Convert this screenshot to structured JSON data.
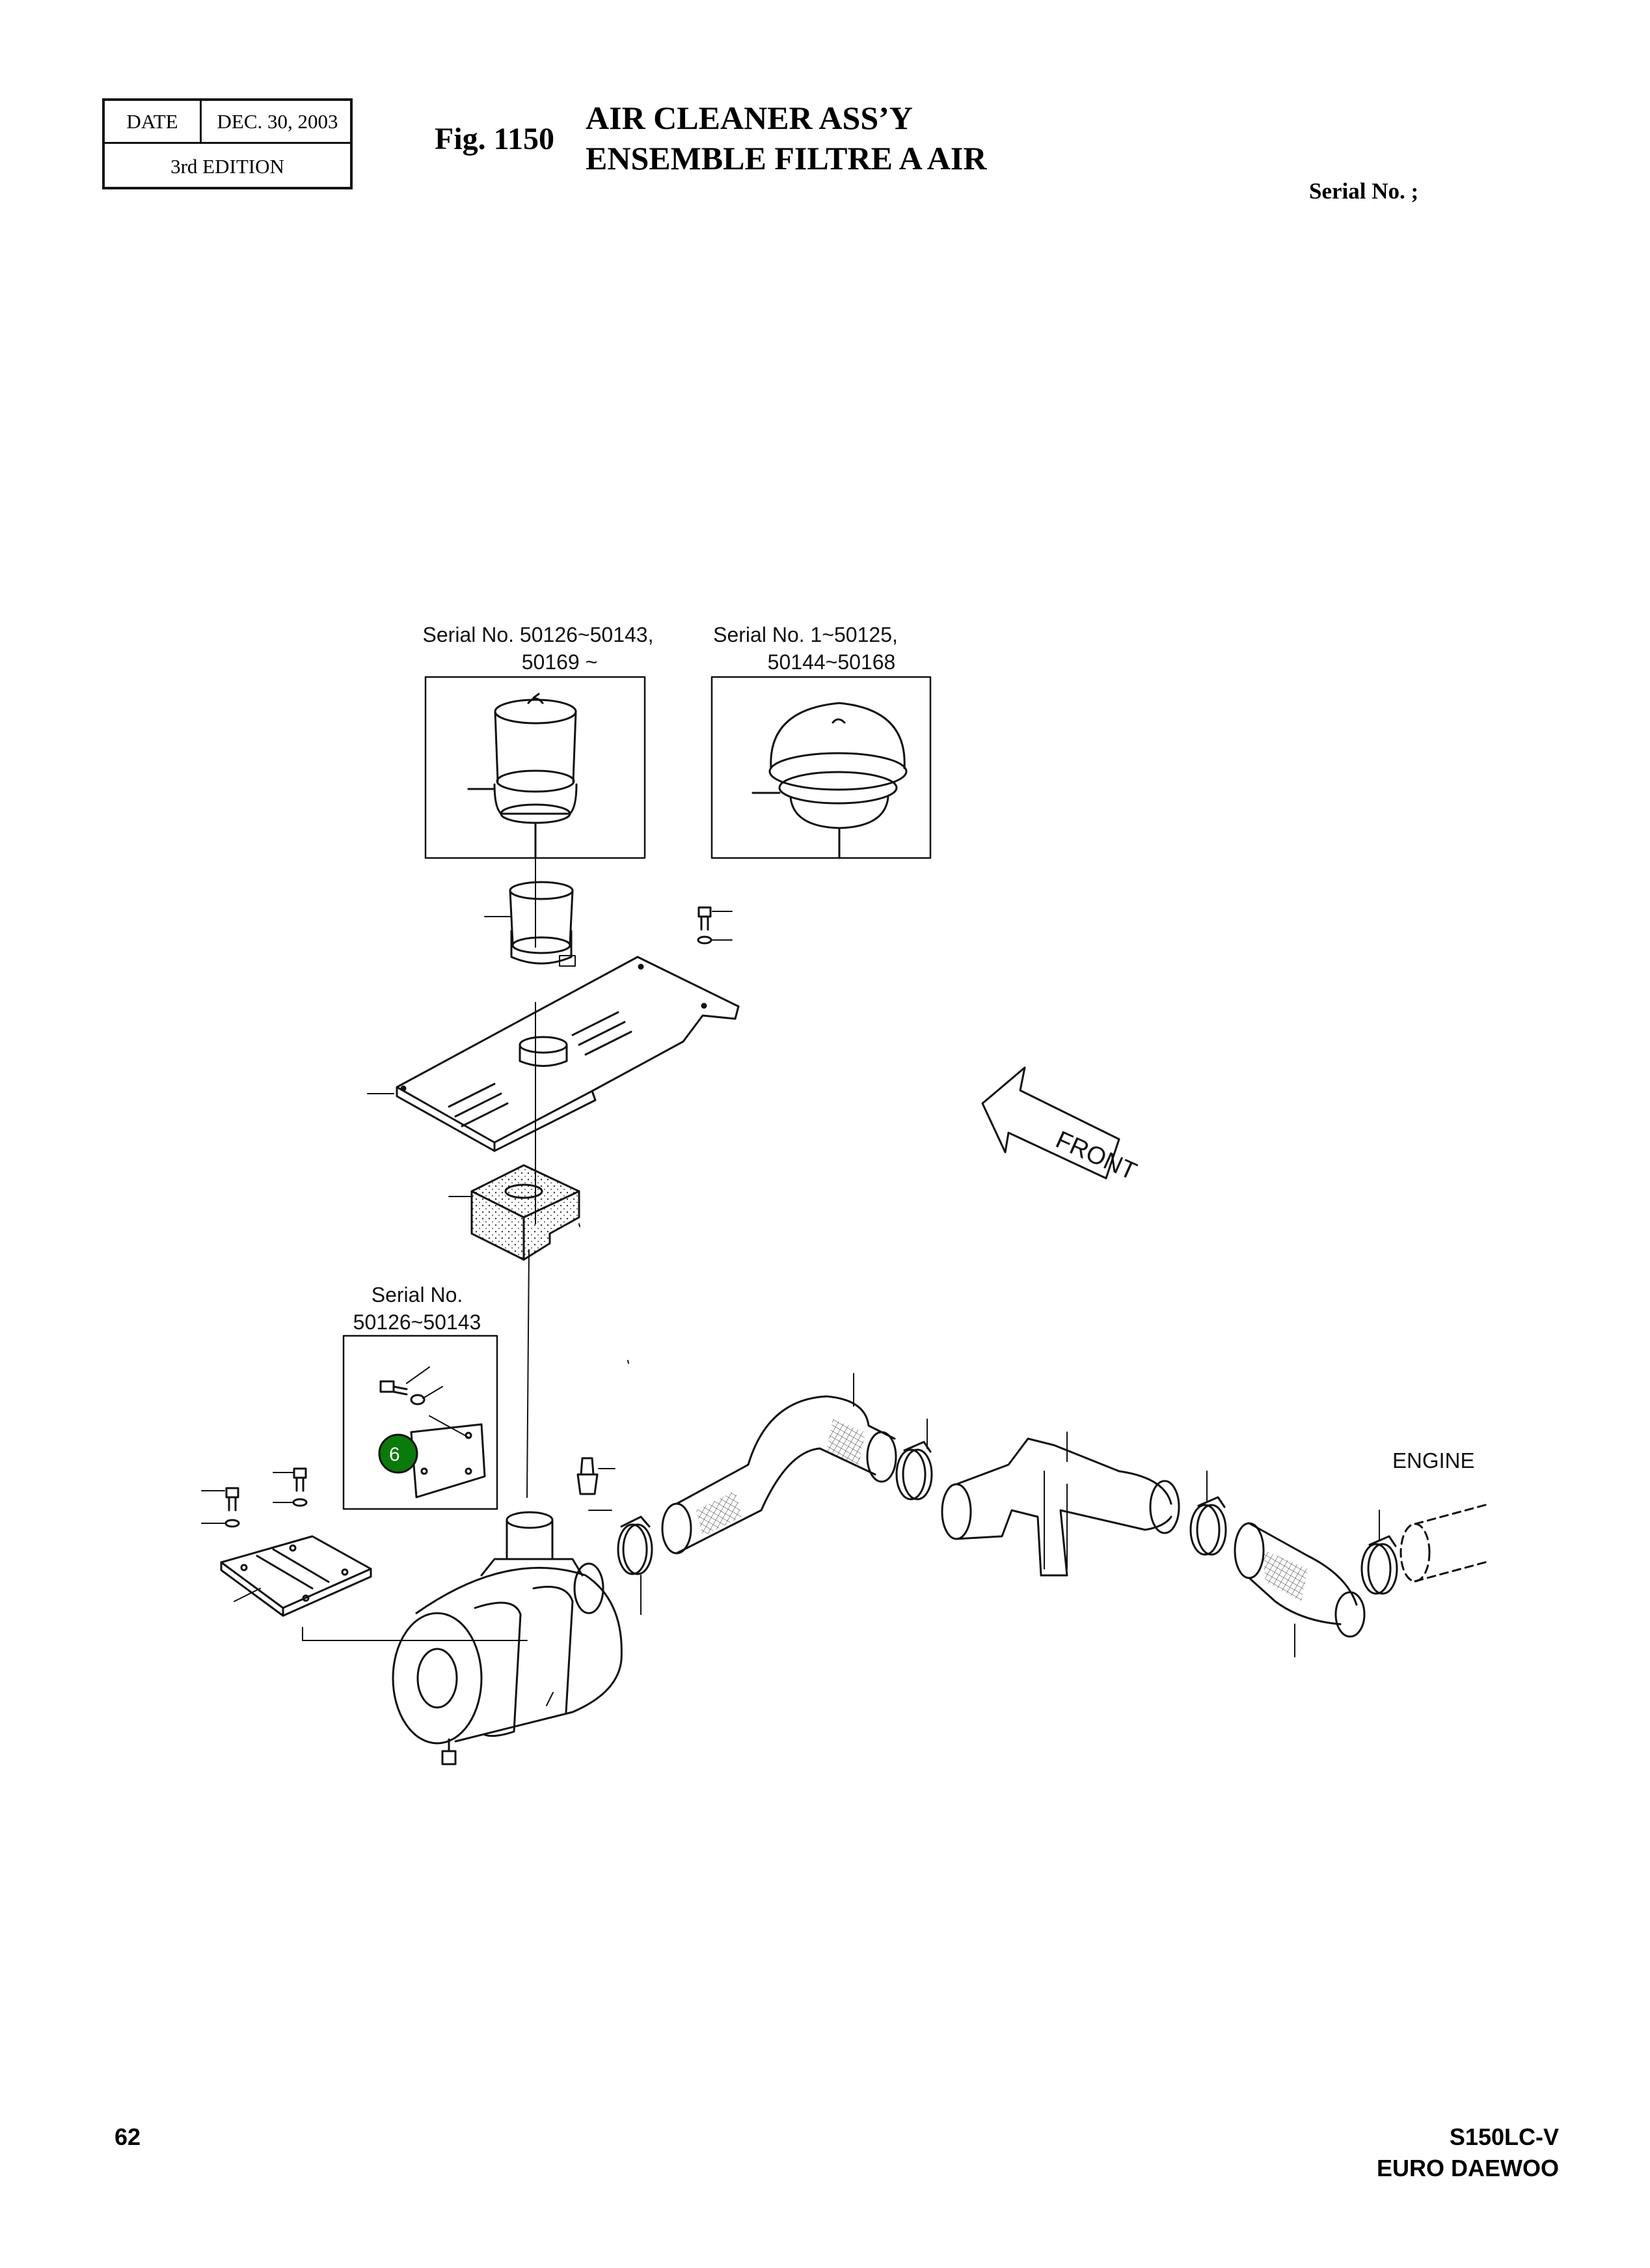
{
  "header": {
    "date_label": "DATE",
    "date_value": "DEC. 30, 2003",
    "edition": "3rd  EDITION",
    "figure_number": "Fig. 1150",
    "title_en": "AIR CLEANER ASS’Y",
    "title_fr": "ENSEMBLE FILTRE A AIR",
    "serial_no": "Serial No. ;"
  },
  "diagram": {
    "variant_a_line1": "Serial No. 50126~50143,",
    "variant_a_line2": "50169 ~",
    "variant_b_line1": "Serial No. 1~50125,",
    "variant_b_line2": "50144~50168",
    "bracket_line1": "Serial No.",
    "bracket_line2": "50126~50143",
    "front_label": "FRONT",
    "engine_label": "ENGINE",
    "callout_number": "6",
    "callout_color": "#0a7a0a"
  },
  "footer": {
    "page_number": "62",
    "model": "S150LC-V",
    "brand": "EURO DAEWOO"
  }
}
